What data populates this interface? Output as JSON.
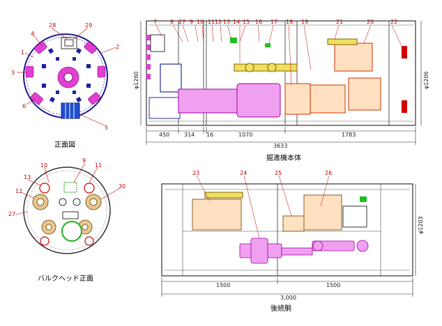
{
  "captions": {
    "front_view": "正面図",
    "bulkhead_front": "バルクヘッド正面",
    "main_body": "掘進機本体",
    "trailing": "後続胴"
  },
  "front_view": {
    "labels": [
      "28",
      "29",
      "4",
      "1",
      "2",
      "3",
      "6",
      "5"
    ]
  },
  "bulkhead": {
    "labels": [
      "10",
      "9",
      "11",
      "13",
      "12",
      "30",
      "27"
    ]
  },
  "main_body": {
    "labels": [
      "7",
      "8",
      "27",
      "9",
      "10",
      "11",
      "12",
      "13",
      "14",
      "15",
      "16",
      "17",
      "18",
      "19",
      "21",
      "20",
      "22"
    ],
    "dims": {
      "d450": "450",
      "d314": "314",
      "d16": "16",
      "d1070": "1070",
      "d1783": "1783",
      "d3633": "3633"
    },
    "diam_left": "φ1260",
    "diam_right": "φ1206"
  },
  "trailing": {
    "labels": [
      "23",
      "24",
      "25",
      "26"
    ],
    "dims": {
      "d1500a": "1500",
      "d1500b": "1500",
      "d3000": "3,000"
    },
    "diam": "φ1203"
  }
}
